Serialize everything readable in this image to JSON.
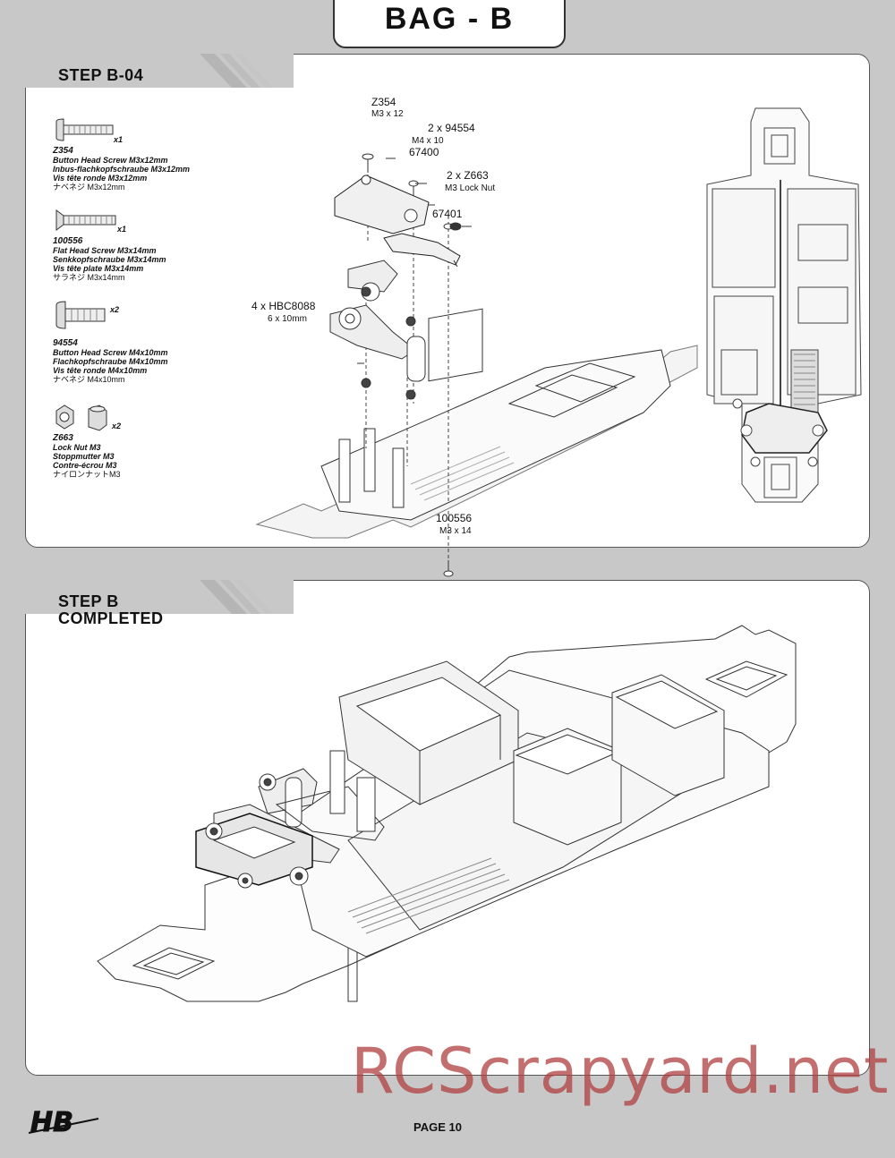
{
  "header": {
    "title": "BAG - B"
  },
  "step1": {
    "title": "STEP B-04",
    "parts": [
      {
        "code": "Z354",
        "qty": "x1",
        "lines": [
          "Button Head Screw M3x12mm",
          "Inbus-flachkopfschraube M3x12mm",
          "Vis tête ronde M3x12mm"
        ],
        "jp": "ナベネジ M3x12mm"
      },
      {
        "code": "100556",
        "qty": "x1",
        "lines": [
          "Flat Head Screw M3x14mm",
          "Senkkopfschraube M3x14mm",
          "Vis tête plate M3x14mm"
        ],
        "jp": "サラネジ M3x14mm"
      },
      {
        "code": "94554",
        "qty": "x2",
        "lines": [
          "Button Head Screw M4x10mm",
          "Flachkopfschraube M4x10mm",
          "Vis tête ronde M4x10mm"
        ],
        "jp": "ナベネジ M4x10mm"
      },
      {
        "code": "Z663",
        "qty": "x2",
        "lines": [
          "Lock Nut M3",
          "Stoppmutter M3",
          "Contre-écrou M3"
        ],
        "jp": "ナイロンナットM3"
      }
    ],
    "callouts": {
      "z354": {
        "name": "Z354",
        "size": "M3 x 12"
      },
      "s94554": {
        "name": "2 x 94554",
        "size": "M4 x 10"
      },
      "p67400": {
        "name": "67400"
      },
      "z663": {
        "name": "2 x Z663",
        "size": "M3 Lock Nut"
      },
      "p67401": {
        "name": "67401"
      },
      "hbc": {
        "name": "4 x HBC8088",
        "size": "6 x 10mm"
      },
      "s100556": {
        "name": "100556",
        "size": "M3 x 14"
      }
    }
  },
  "step2": {
    "title_line1": "STEP B",
    "title_line2": "COMPLETED"
  },
  "footer": {
    "page": "PAGE 10",
    "watermark": "RCScrapyard.net",
    "logo_text": "HB"
  }
}
